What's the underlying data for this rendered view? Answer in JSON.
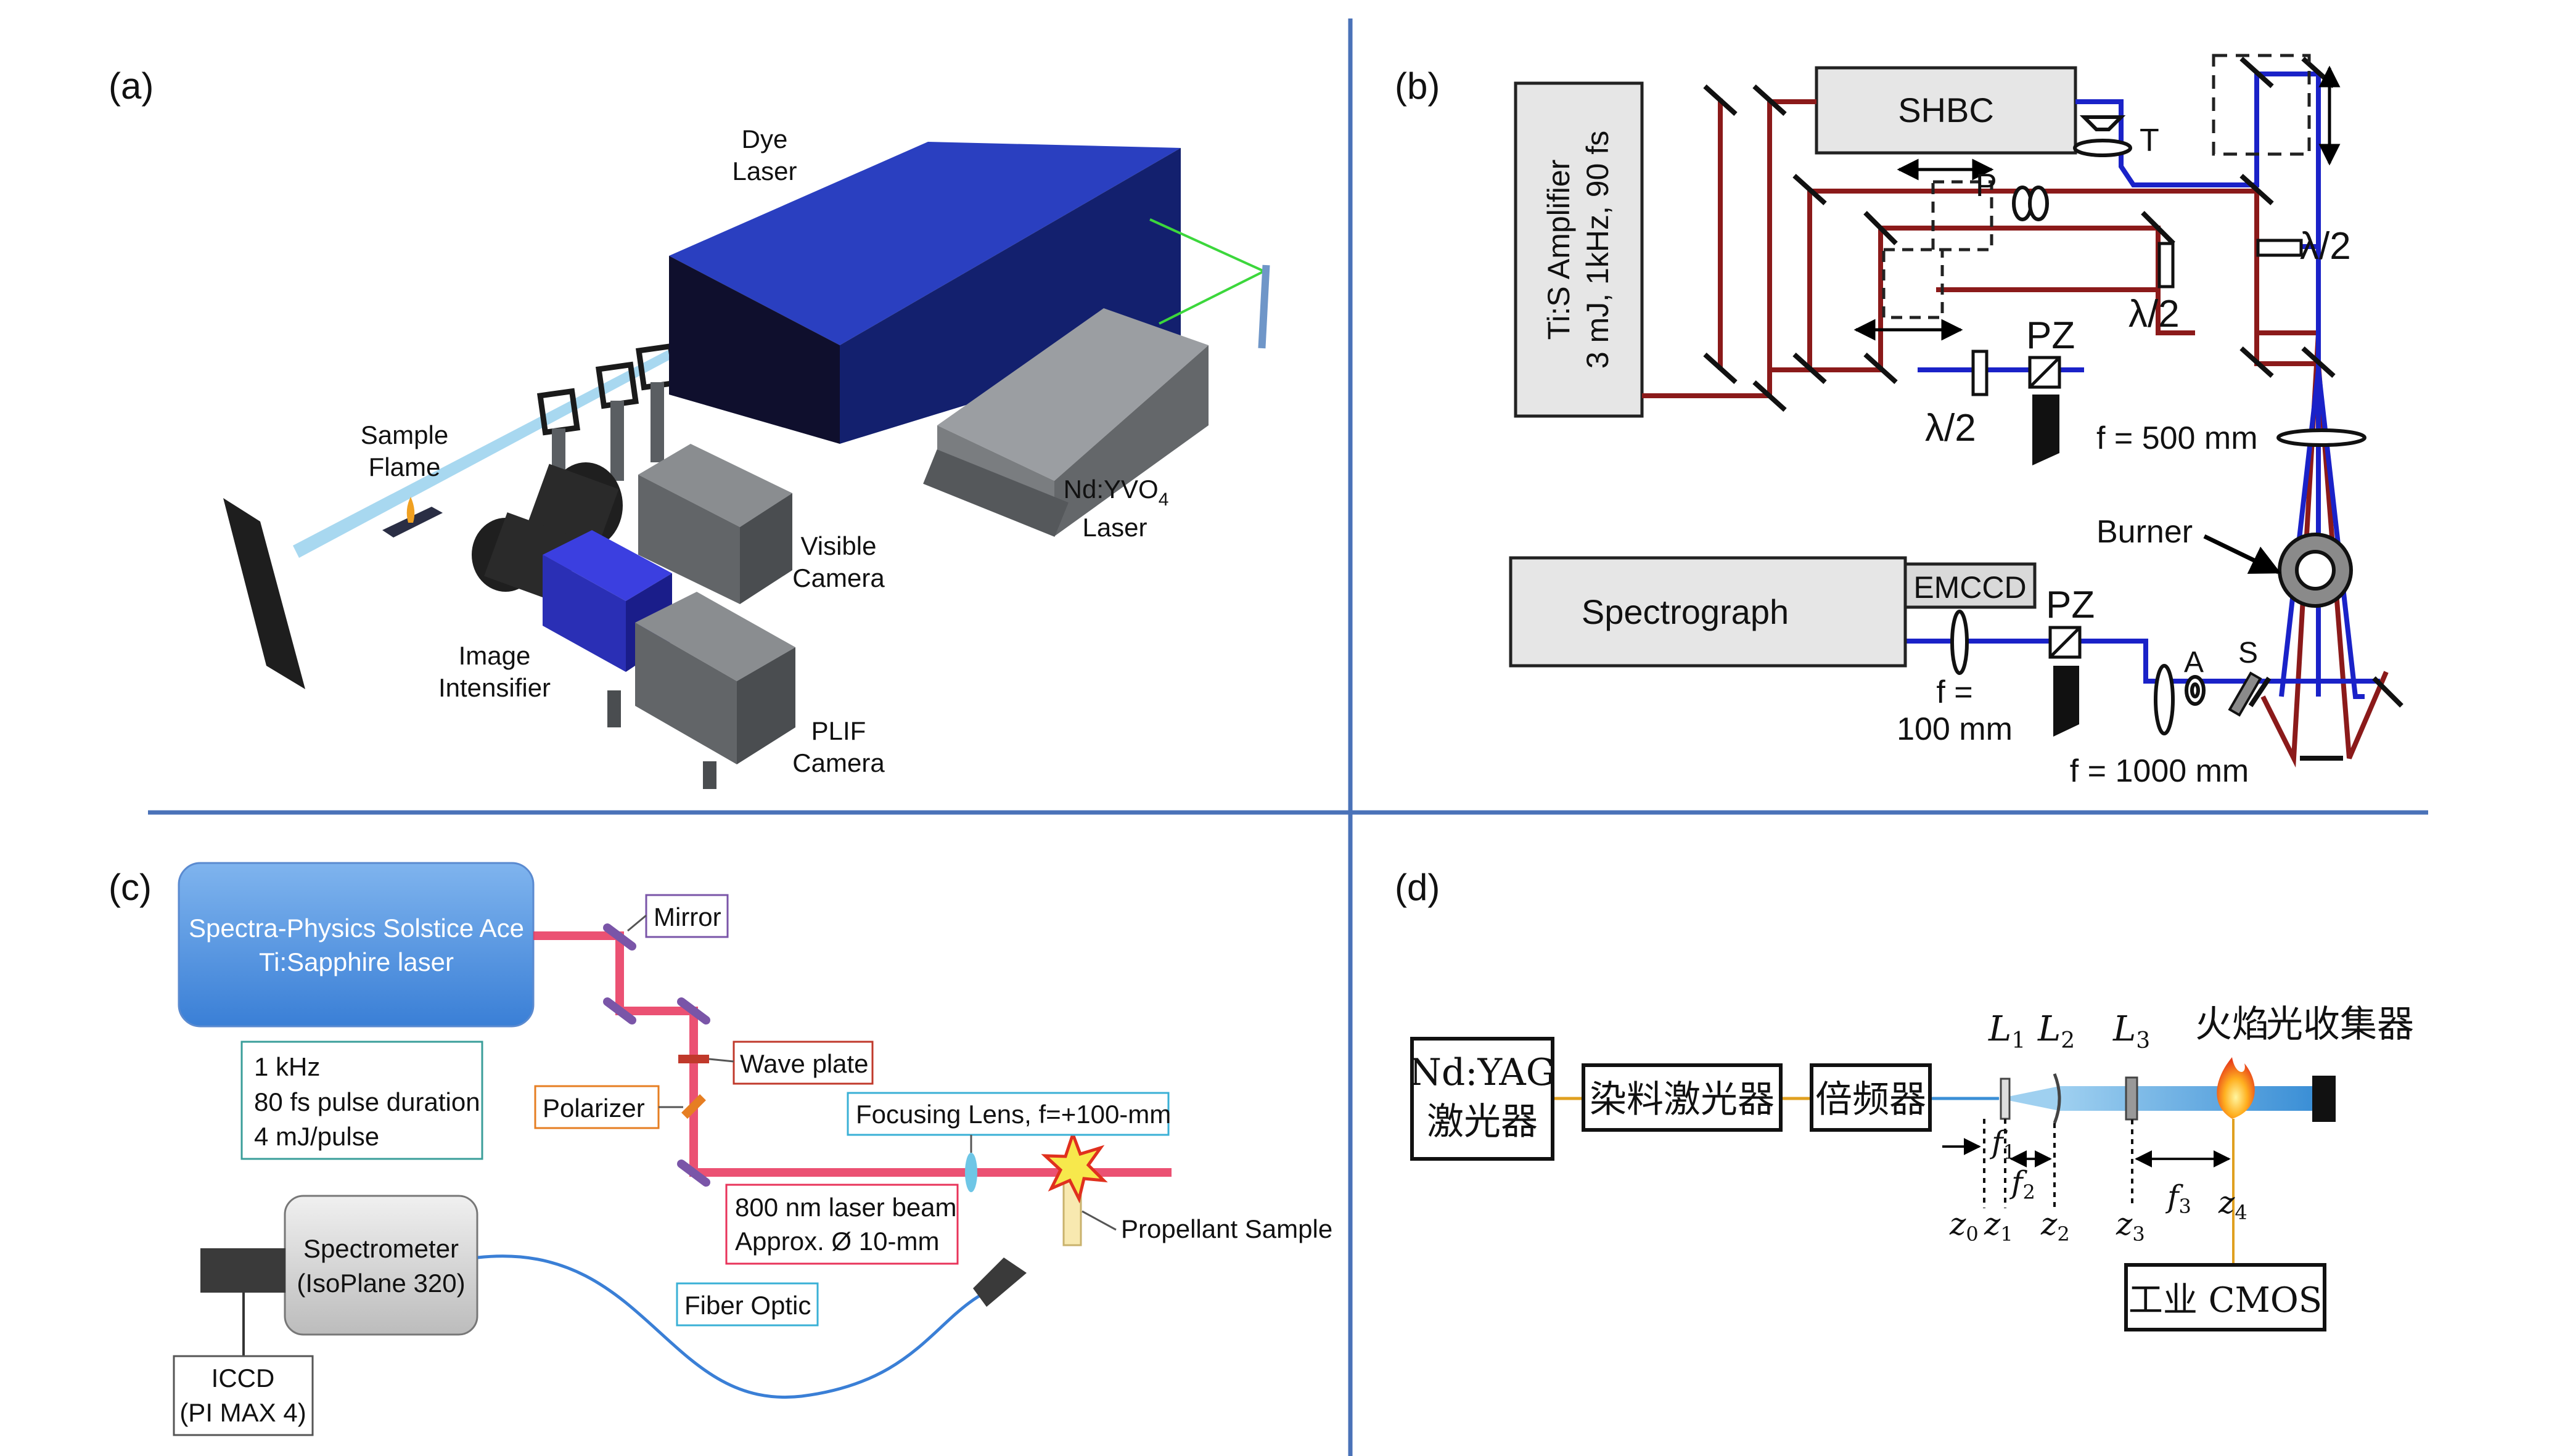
{
  "panel_labels": {
    "a": "(a)",
    "b": "(b)",
    "c": "(c)",
    "d": "(d)"
  },
  "colors": {
    "divider": "#4a72b8",
    "laser_red": "#8b1a1a",
    "laser_blue": "#1a22c8",
    "beam_pink": "#e8335a",
    "beam_light_blue": "#a8d8f0",
    "dye_laser_blue": "#1a2a9a",
    "yag_gray": "#7a7d80"
  },
  "panel_a": {
    "dye_laser": [
      "Dye",
      "Laser"
    ],
    "sample_flame": [
      "Sample",
      "Flame"
    ],
    "nd_yvo4": {
      "line1_main": "Nd:YVO",
      "line1_sub": "4",
      "line2": "Laser"
    },
    "visible_camera": [
      "Visible",
      "Camera"
    ],
    "image_intensifier": [
      "Image",
      "Intensifier"
    ],
    "plif_camera": [
      "PLIF",
      "Camera"
    ]
  },
  "panel_b": {
    "ti_s_amplifier": [
      "Ti:S Amplifier",
      "3 mJ, 1kHz, 90 fs"
    ],
    "shbc": "SHBC",
    "t": "T",
    "p": "P",
    "pz_top": "PZ",
    "pz_bottom": "PZ",
    "lambda_half_1": "λ/2",
    "lambda_half_2": "λ/2",
    "lambda_half_3": "λ/2",
    "f500": "f = 500 mm",
    "burner": "Burner",
    "spectrograph": "Spectrograph",
    "emccd": "EMCCD",
    "f100": [
      "f =",
      "100 mm"
    ],
    "a": "A",
    "s": "S",
    "f1000": "f = 1000 mm"
  },
  "panel_c": {
    "laser_box": [
      "Spectra-Physics Solstice Ace",
      "Ti:Sapphire laser"
    ],
    "specs": [
      "1 kHz",
      "80 fs pulse duration",
      "4 mJ/pulse"
    ],
    "mirror": "Mirror",
    "wave_plate": "Wave plate",
    "polarizer": "Polarizer",
    "focusing_lens": "Focusing Lens, f=+100-mm",
    "beam_desc": [
      "800 nm laser beam",
      "Approx. Ø 10-mm"
    ],
    "propellant_sample": "Propellant Sample",
    "spectrometer": [
      "Spectrometer",
      "(IsoPlane 320)"
    ],
    "fiber_optic": "Fiber Optic",
    "iccd": [
      "ICCD",
      "(PI MAX 4)"
    ]
  },
  "panel_d": {
    "nd_yag": [
      "Nd:YAG",
      "激光器"
    ],
    "dye_laser": "染料激光器",
    "frequency_doubler": "倍频器",
    "flame": "火焰",
    "light_collector": "光收集器",
    "cmos": "工业 CMOS",
    "lens_labels": [
      {
        "main": "L",
        "sub": "1"
      },
      {
        "main": "L",
        "sub": "2"
      },
      {
        "main": "L",
        "sub": "3"
      }
    ],
    "focal_labels": [
      {
        "main": "f",
        "sub": "1"
      },
      {
        "main": "f",
        "sub": "2"
      },
      {
        "main": "f",
        "sub": "3"
      }
    ],
    "z_labels": [
      {
        "main": "z",
        "sub": "0"
      },
      {
        "main": "z",
        "sub": "1"
      },
      {
        "main": "z",
        "sub": "2"
      },
      {
        "main": "z",
        "sub": "3"
      },
      {
        "main": "z",
        "sub": "4"
      }
    ]
  }
}
